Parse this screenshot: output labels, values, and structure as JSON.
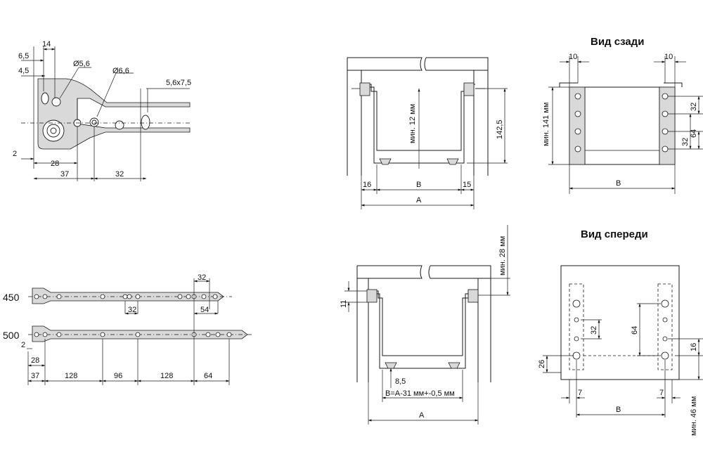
{
  "views": {
    "rear_title": "Вид сзади",
    "front_title": "Вид спереди"
  },
  "detail": {
    "d1": "6,5",
    "d2": "14",
    "d3": "4,5",
    "d4": "Ø5,6",
    "d5": "Ø6,6",
    "d6": "5,6x7,5",
    "d7": "2",
    "d8": "28",
    "d9": "37",
    "d10": "32"
  },
  "rails": {
    "len450": "450",
    "len500": "500",
    "top32a": "32",
    "mid32": "32",
    "d54": "54",
    "d2": "2",
    "d28": "28",
    "b37": "37",
    "b128a": "128",
    "b96": "96",
    "b128b": "128",
    "b64": "64"
  },
  "section_top": {
    "min12": "мин. 12 мм",
    "h1425": "142,5",
    "left16": "16",
    "b": "B",
    "right15": "15",
    "a": "A"
  },
  "section_bottom": {
    "min28": "мин. 28 мм",
    "h11": "11",
    "d85": "8,5",
    "formula": "B=A-31 мм+-0,5 мм",
    "a": "A"
  },
  "rear": {
    "l10": "10",
    "r10": "10",
    "min141": "мин. 141 мм",
    "r32a": "32",
    "r64": "64",
    "r32b": "32",
    "b": "B"
  },
  "front": {
    "d32": "32",
    "d64": "64",
    "d16": "16",
    "d26": "26",
    "l7": "7",
    "r7": "7",
    "b": "B",
    "min46": "мин. 46 мм"
  }
}
